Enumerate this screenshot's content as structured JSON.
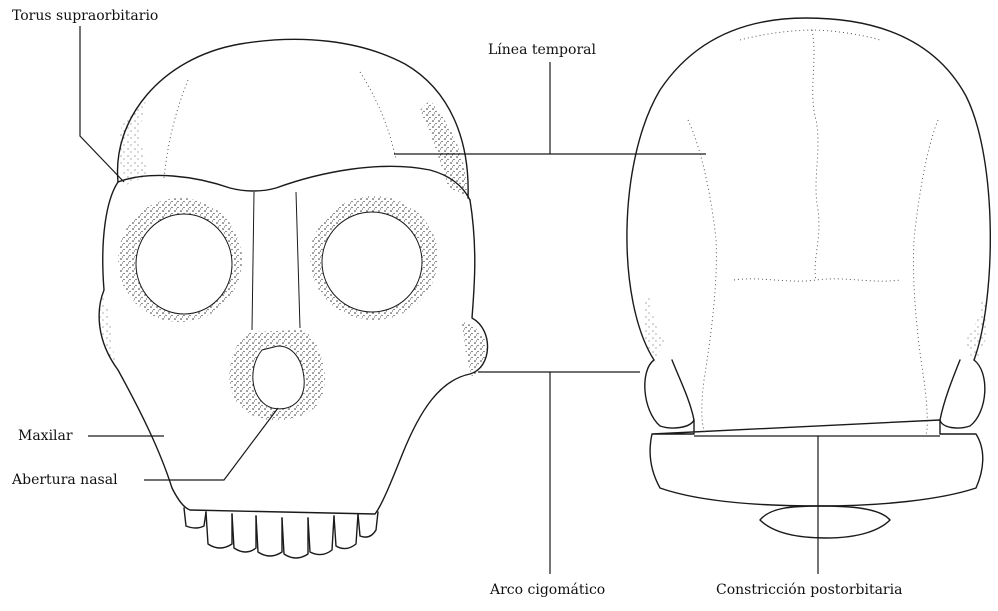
{
  "labels": {
    "torus": "Torus supraorbitario",
    "linea": "Línea temporal",
    "maxilar": "Maxilar",
    "abertura": "Abertura nasal",
    "arco": "Arco cigomático",
    "constriccion": "Constricción postorbitaria"
  },
  "colors": {
    "ink": "#1a1a1a",
    "stipple": "#222222",
    "background": "#ffffff"
  }
}
